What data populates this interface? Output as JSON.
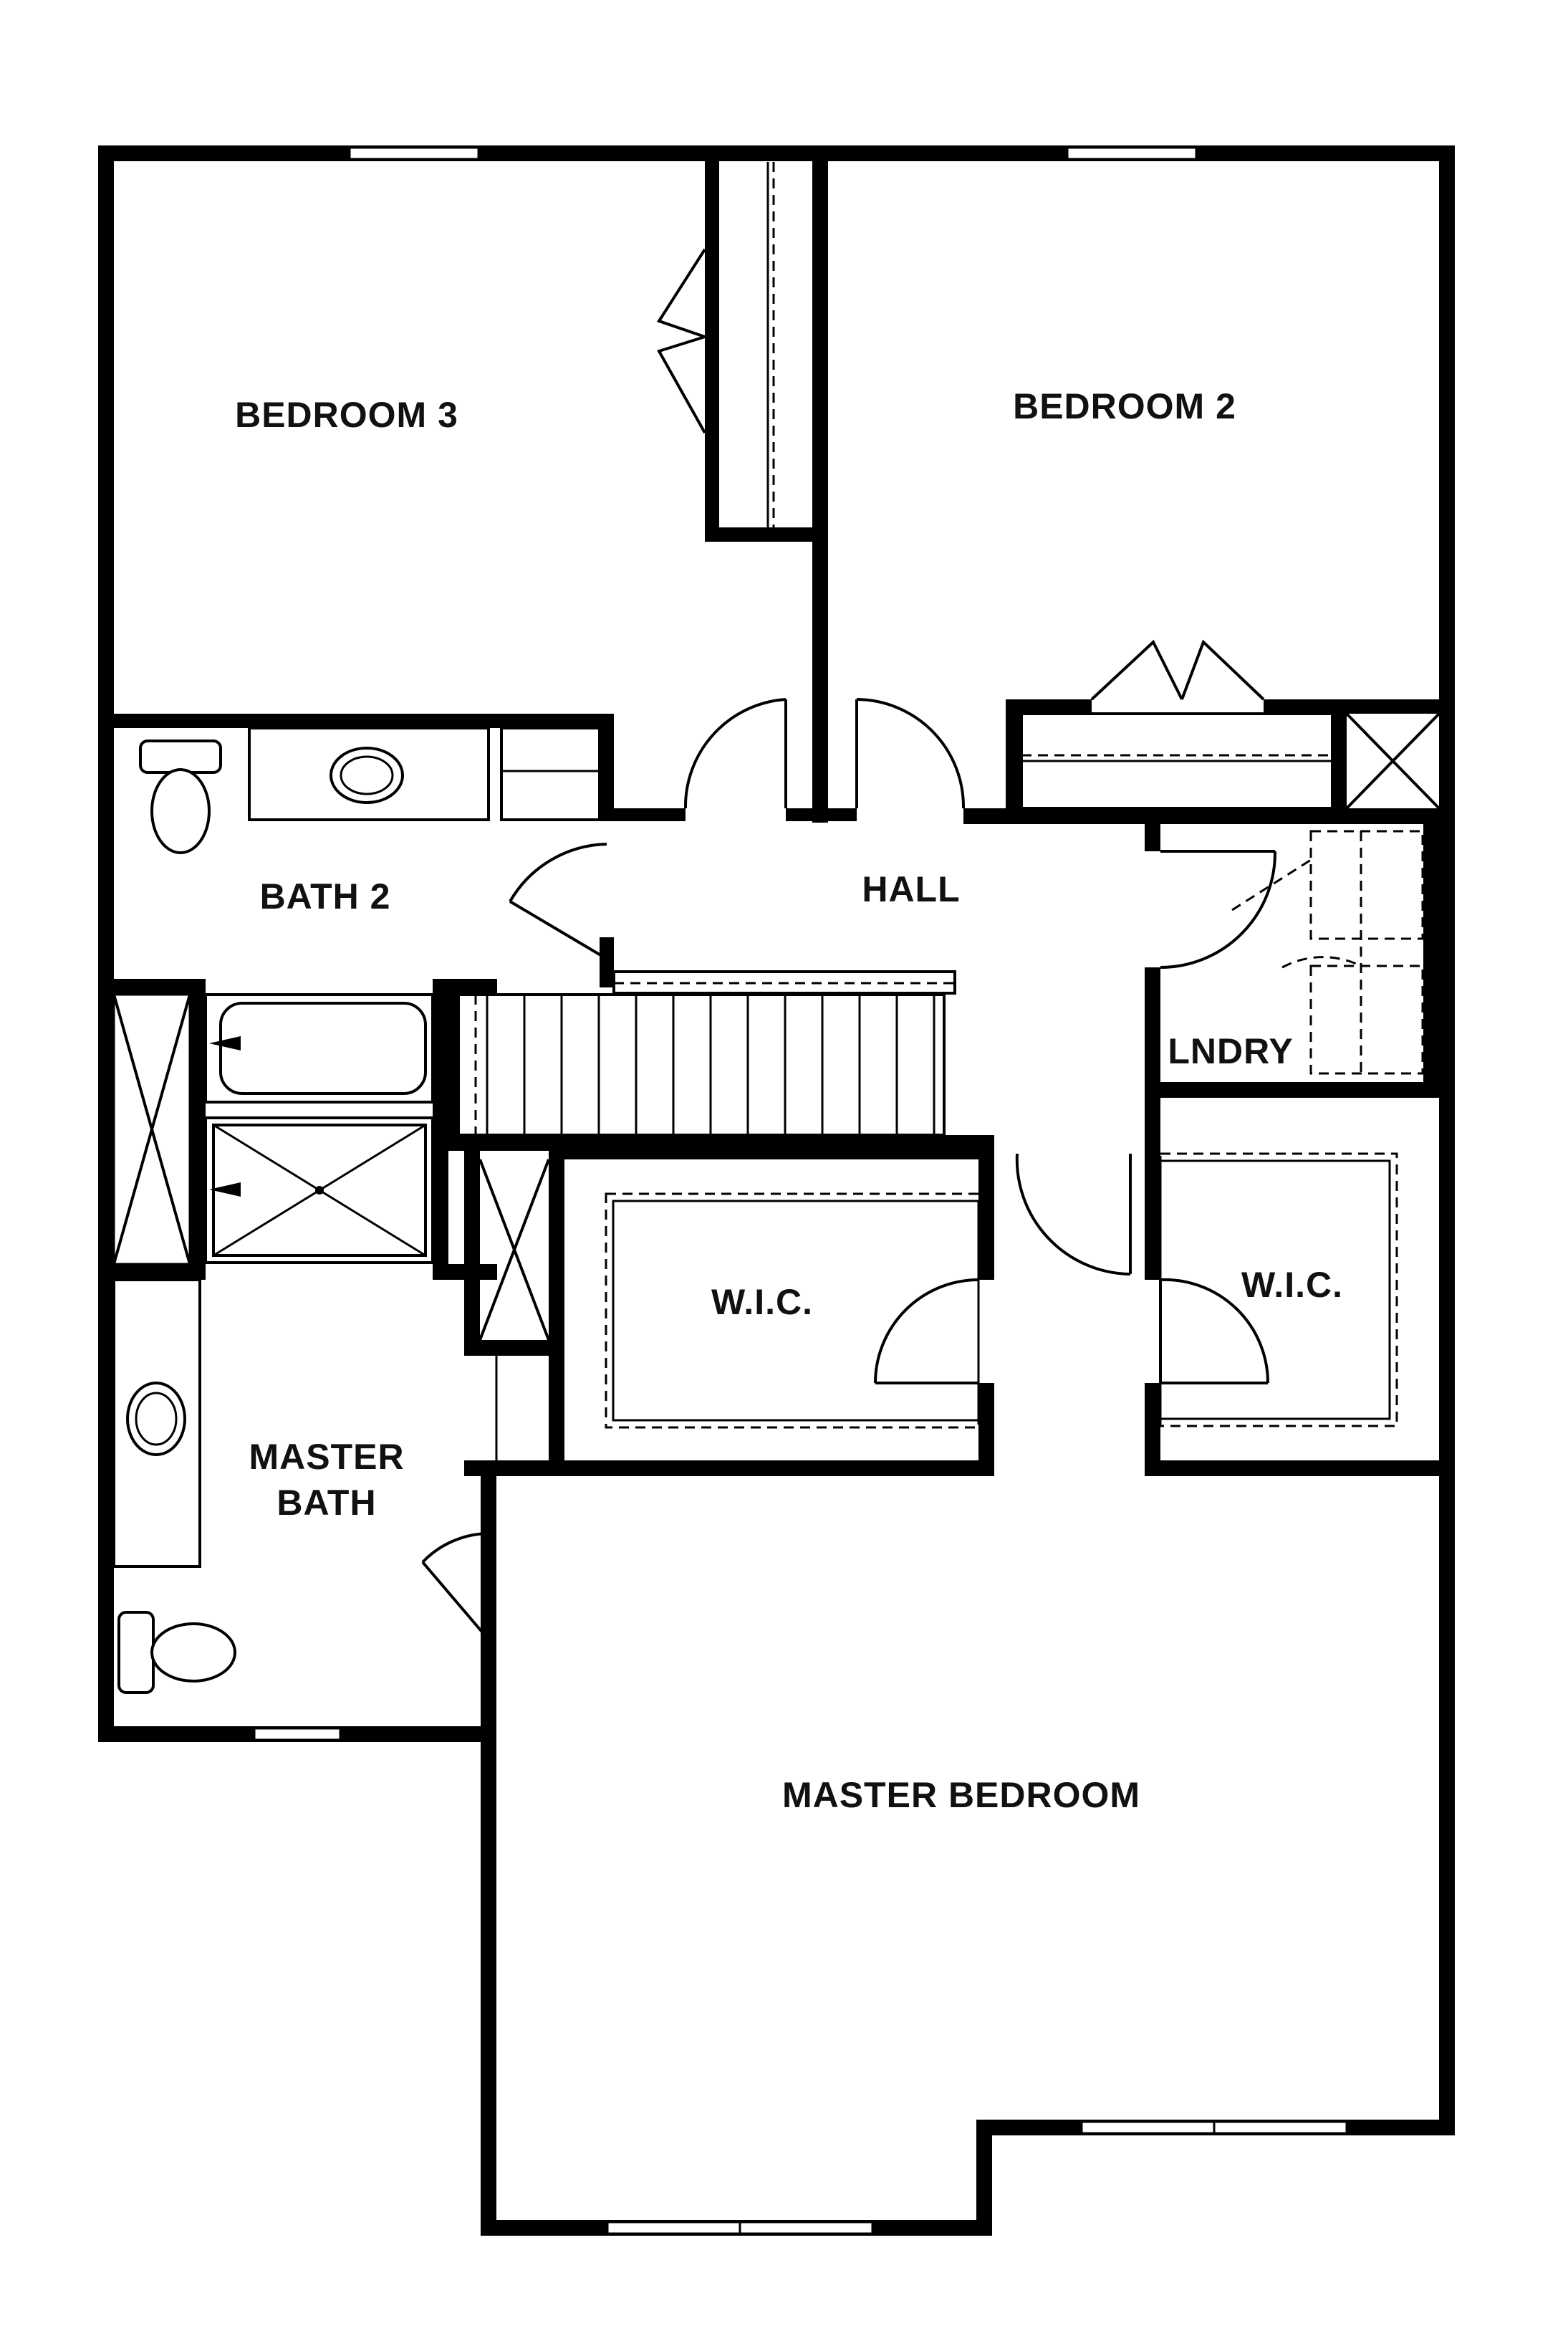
{
  "rooms": {
    "bedroom3": "BEDROOM 3",
    "bedroom2": "BEDROOM 2",
    "bath2": "BATH 2",
    "hall": "HALL",
    "laundry": "LNDRY",
    "wic_left": "W.I.C.",
    "wic_right": "W.I.C.",
    "master_bath_line1": "MASTER",
    "master_bath_line2": "BATH",
    "master_bedroom": "MASTER BEDROOM"
  },
  "colors": {
    "wall": "#000000",
    "background": "#ffffff"
  }
}
